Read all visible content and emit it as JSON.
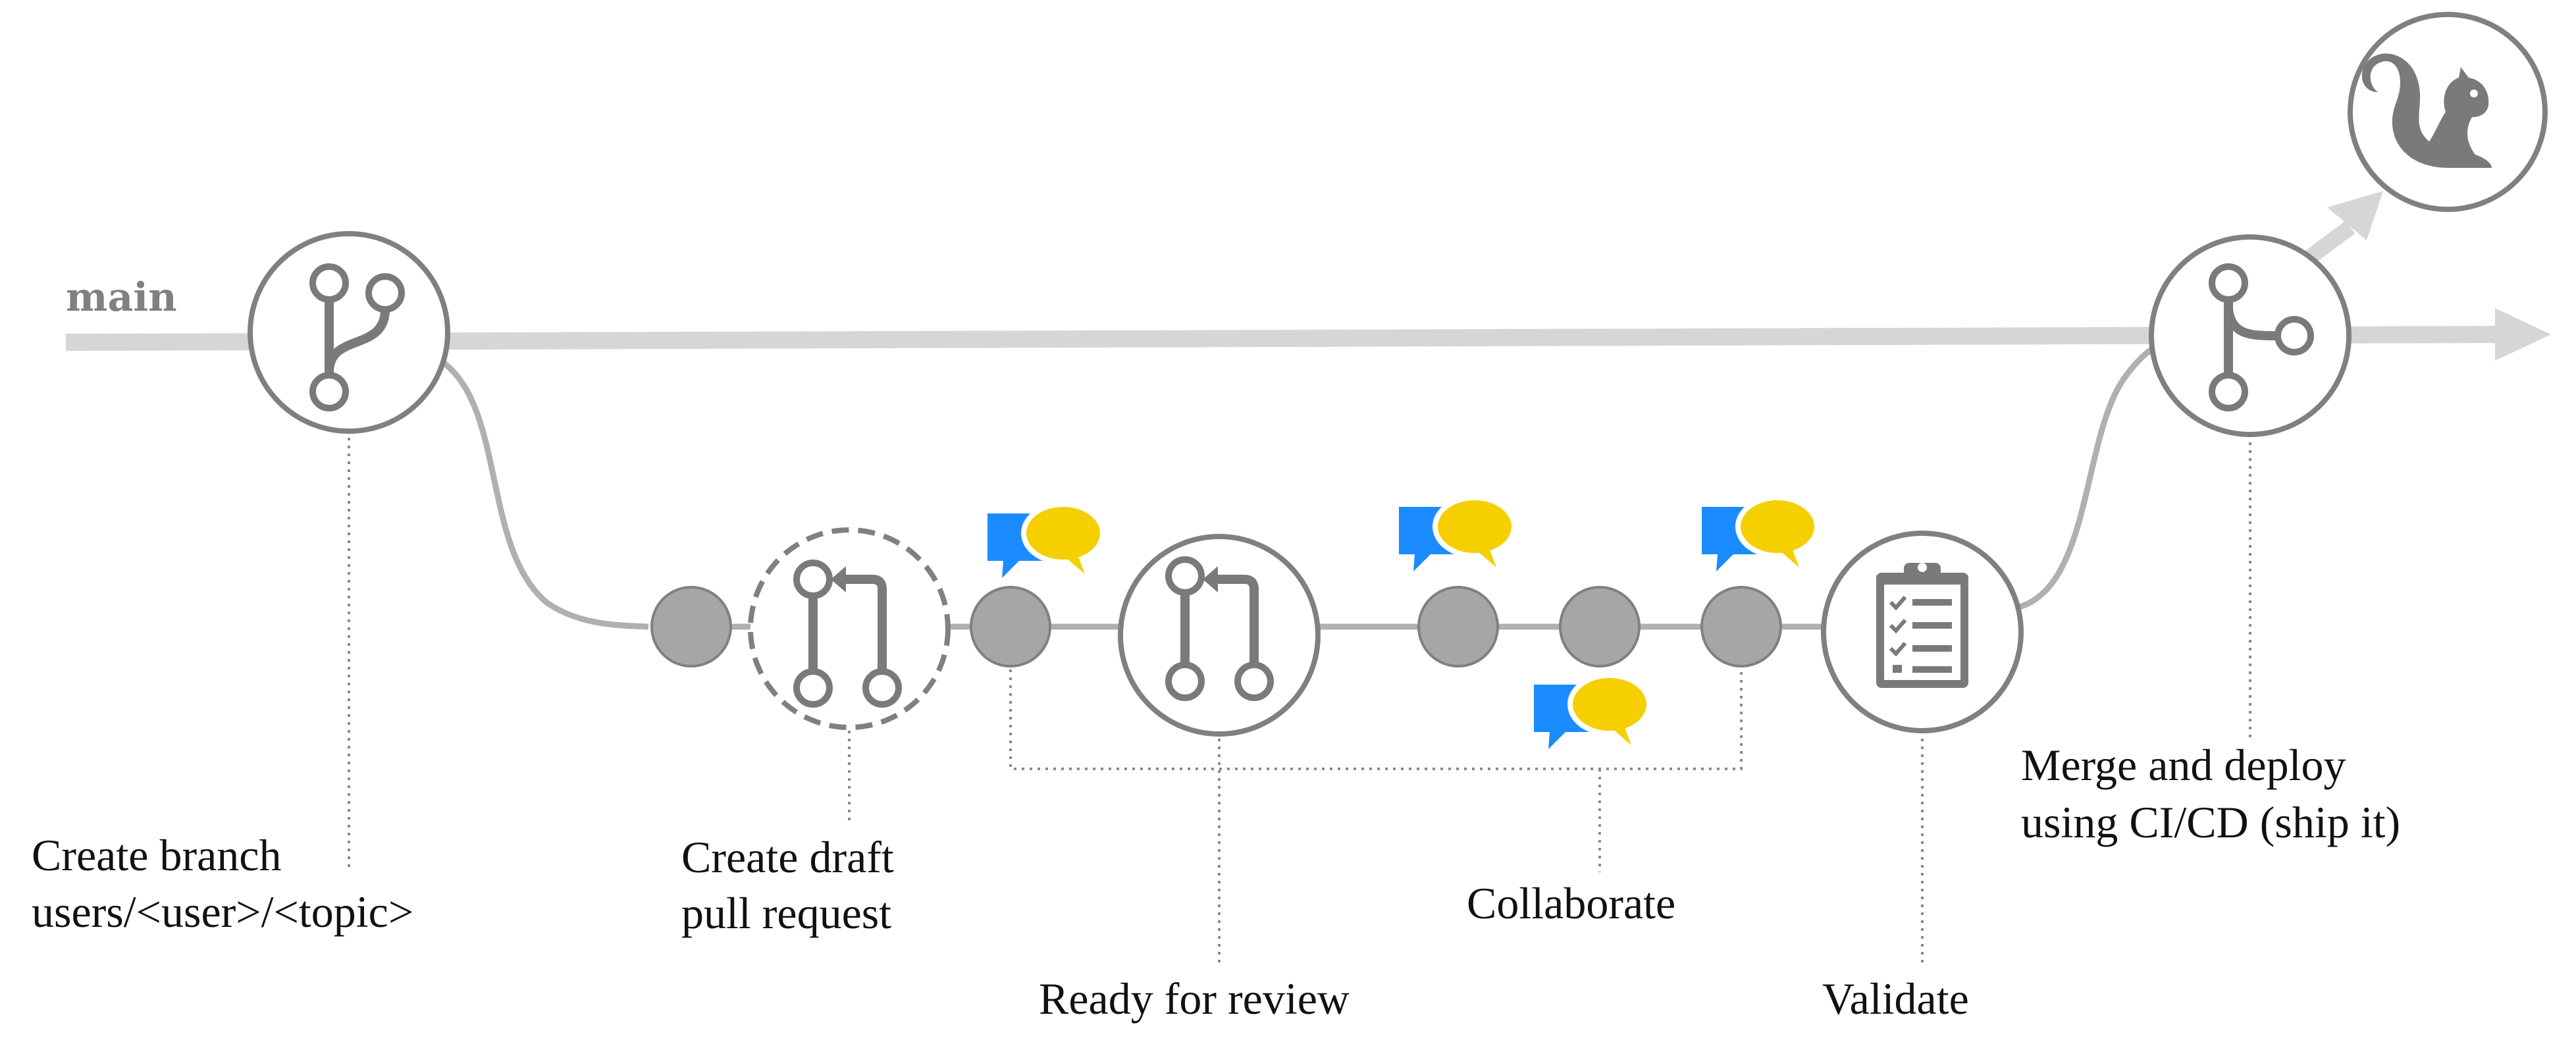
{
  "main_label": "main",
  "steps": {
    "create_branch": {
      "line1": "Create branch",
      "line2": "users/<user>/<topic>"
    },
    "create_draft": {
      "line1": "Create draft",
      "line2": "pull request"
    },
    "ready": {
      "label": "Ready for review"
    },
    "collaborate": {
      "label": "Collaborate"
    },
    "validate": {
      "label": "Validate"
    },
    "merge": {
      "line1": "Merge and deploy",
      "line2": "using CI/CD (ship it)"
    }
  },
  "colors": {
    "main_line": "#d6d6d6",
    "branch_line": "#b0b0b0",
    "node_stroke": "#808080",
    "dot_fill": "#a6a6a6",
    "chat_blue": "#1a8cff",
    "chat_yellow": "#f5cf00",
    "icon_gray": "#7a7a7a"
  },
  "icons": {
    "branch": "git-branch-icon",
    "pull_request": "pull-request-icon",
    "checklist": "checklist-icon",
    "merge": "git-merge-icon",
    "deploy": "squirrel-icon",
    "comment": "chat-bubbles-icon"
  }
}
